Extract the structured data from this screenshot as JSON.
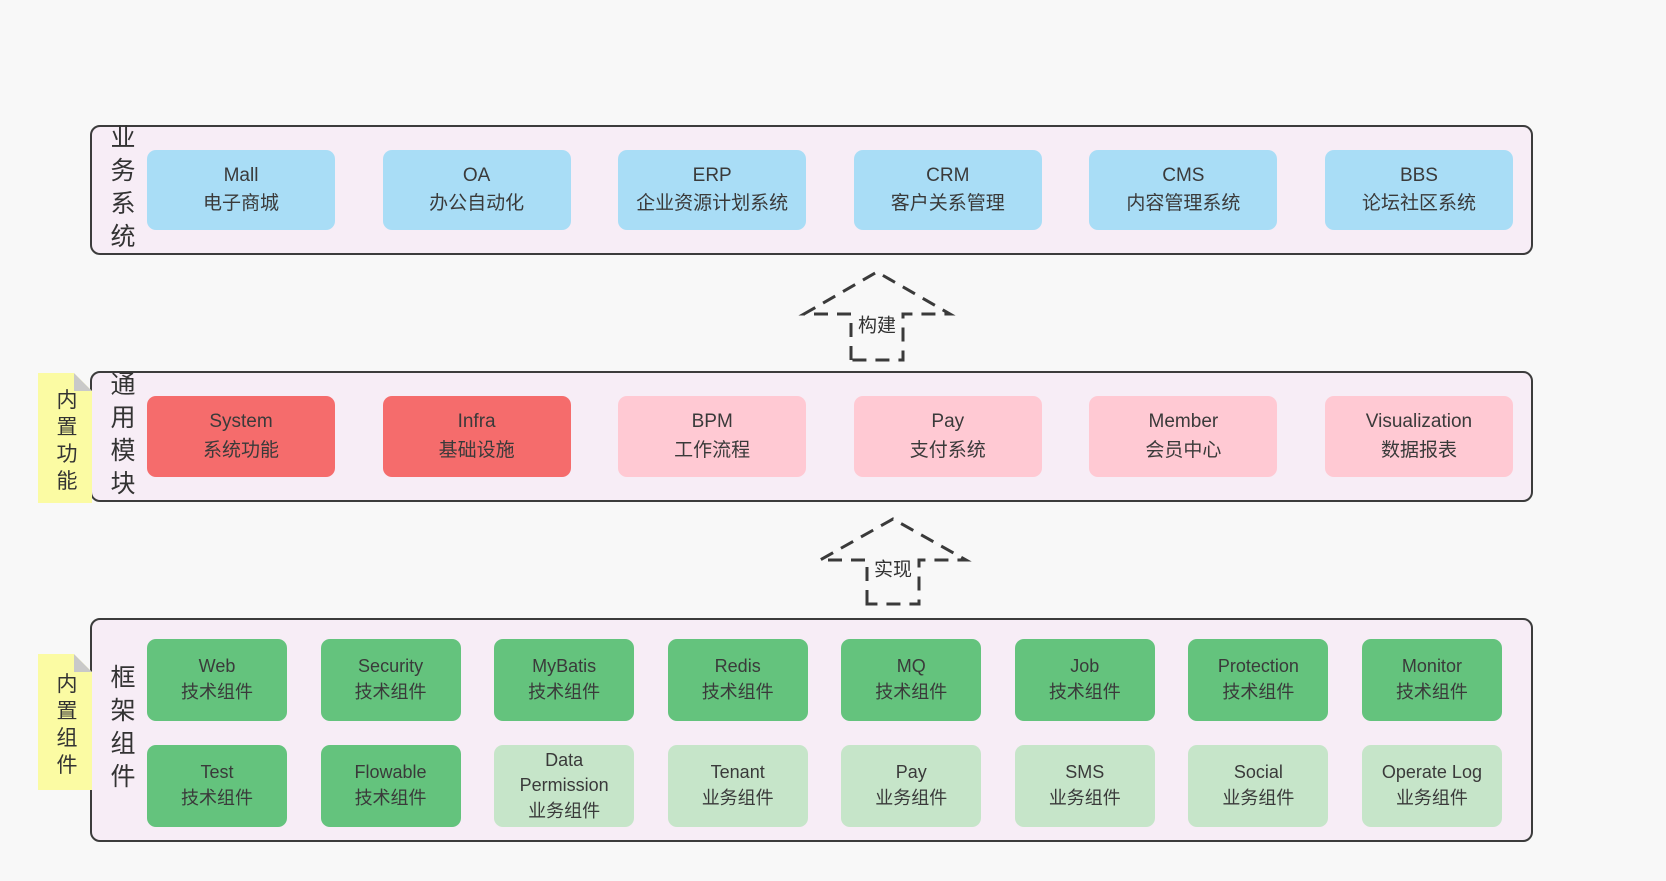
{
  "colors": {
    "page_bg": "#f8f8f8",
    "panel_bg": "#f7edf6",
    "panel_border": "#3c3c3c",
    "business_box_blue": "#a9ddf6",
    "module_box_red": "#f56c6c",
    "module_box_pink": "#ffc9d3",
    "component_box_green": "#64c37d",
    "component_box_green_light": "#c6e5c9",
    "sticky_note_yellow": "#fbfba3",
    "sticky_note_fold_gray": "#c9c9c9",
    "text": "#383838"
  },
  "arrows": [
    {
      "label": "构建"
    },
    {
      "label": "实现"
    }
  ],
  "layers": [
    {
      "label": "业务系统",
      "items": [
        {
          "name": "Mall",
          "desc": "电子商城"
        },
        {
          "name": "OA",
          "desc": "办公自动化"
        },
        {
          "name": "ERP",
          "desc": "企业资源计划系统"
        },
        {
          "name": "CRM",
          "desc": "客户关系管理"
        },
        {
          "name": "CMS",
          "desc": "内容管理系统"
        },
        {
          "name": "BBS",
          "desc": "论坛社区系统"
        }
      ]
    },
    {
      "label": "通用模块",
      "tab": "内置功能",
      "items": [
        {
          "name": "System",
          "desc": "系统功能"
        },
        {
          "name": "Infra",
          "desc": "基础设施"
        },
        {
          "name": "BPM",
          "desc": "工作流程"
        },
        {
          "name": "Pay",
          "desc": "支付系统"
        },
        {
          "name": "Member",
          "desc": "会员中心"
        },
        {
          "name": "Visualization",
          "desc": "数据报表"
        }
      ]
    },
    {
      "label": "框架组件",
      "tab": "内置组件",
      "rows": [
        [
          {
            "name": "Web",
            "desc": "技术组件"
          },
          {
            "name": "Security",
            "desc": "技术组件"
          },
          {
            "name": "MyBatis",
            "desc": "技术组件"
          },
          {
            "name": "Redis",
            "desc": "技术组件"
          },
          {
            "name": "MQ",
            "desc": "技术组件"
          },
          {
            "name": "Job",
            "desc": "技术组件"
          },
          {
            "name": "Protection",
            "desc": "技术组件"
          },
          {
            "name": "Monitor",
            "desc": "技术组件"
          }
        ],
        [
          {
            "name": "Test",
            "desc": "技术组件"
          },
          {
            "name": "Flowable",
            "desc": "技术组件"
          },
          {
            "name": "Data Permission",
            "desc": "业务组件"
          },
          {
            "name": "Tenant",
            "desc": "业务组件"
          },
          {
            "name": "Pay",
            "desc": "业务组件"
          },
          {
            "name": "SMS",
            "desc": "业务组件"
          },
          {
            "name": "Social",
            "desc": "业务组件"
          },
          {
            "name": "Operate Log",
            "desc": "业务组件"
          }
        ]
      ]
    }
  ]
}
